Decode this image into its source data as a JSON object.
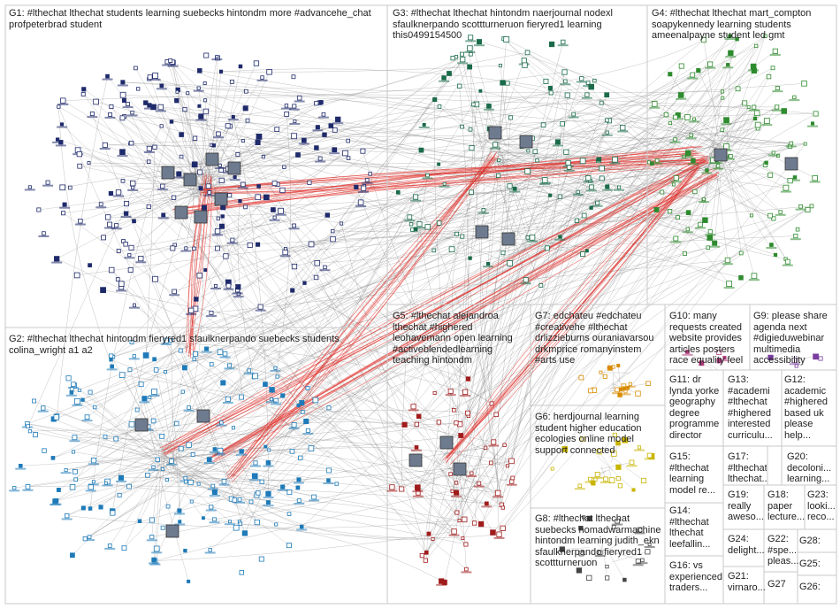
{
  "groups": [
    {
      "id": "G1",
      "label": "G1: #lthechat lthechat students learning suebecks hintondm more #advancehe_chat profpeterbrad student",
      "color": "#1f2a6b"
    },
    {
      "id": "G2",
      "label": "G2: #lthechat lthechat hintondm fieryred1 sfaulknerpando suebecks students colina_wright a1 a2",
      "color": "#1e7ab8"
    },
    {
      "id": "G3",
      "label": "G3: #lthechat lthechat hintondm naerjournal nodexl sfaulknerpando scottturneruon fieryred1 learning this0499154500",
      "color": "#1a6b4a"
    },
    {
      "id": "G4",
      "label": "G4: #lthechat lthechat mart_compton soapykennedy learning students ameenalpayne student led gmt",
      "color": "#2e8b2e"
    },
    {
      "id": "G5",
      "label": "G5: #lthechat alejandroa lthechat #highered leohavemann open learning #activeblendedlearning teaching hintondm",
      "color": "#a01c1c"
    },
    {
      "id": "G6",
      "label": "G6: herdjournal learning student higher education ecologies online model support connected",
      "color": "#c8b400"
    },
    {
      "id": "G7",
      "label": "G7: edchateu #edchateu #creativehe #lthechat drlizzieburns ouraniavarsou drkmprice romanyinstem #arts use",
      "color": "#d98c00"
    },
    {
      "id": "G8",
      "label": "G8: #lthechat lthechat suebecks nomadwarmachine hintondm learning judith_ekn sfaulknerpando fieryred1 scottturneruon",
      "color": "#444444"
    },
    {
      "id": "G9",
      "label": "G9: please share agenda next #digieduwebinar multimedia accessibility",
      "color": "#7a3fa0"
    },
    {
      "id": "G10",
      "label": "G10: many requests created website provides articles posters race equality feel",
      "color": "#b03a7a"
    },
    {
      "id": "G11",
      "label": "G11: dr lynda yorke geography degree programme director",
      "color": "#3a7a7a"
    },
    {
      "id": "G12",
      "label": "G12: academic #highered based uk please help...",
      "color": "#555555"
    },
    {
      "id": "G13",
      "label": "G13: #academi #lthechat #highered interested curriculu...",
      "color": "#555555"
    },
    {
      "id": "G14",
      "label": "G14: #lthechat lthechat leefallin...",
      "color": "#555555"
    },
    {
      "id": "G15",
      "label": "G15: #lthechat learning model re...",
      "color": "#555555"
    },
    {
      "id": "G16",
      "label": "G16: vs experienced traders...",
      "color": "#555555"
    },
    {
      "id": "G17",
      "label": "G17: #lthechat lthechat...",
      "color": "#555555"
    },
    {
      "id": "G18",
      "label": "G18: paper lecture...",
      "color": "#555555"
    },
    {
      "id": "G19",
      "label": "G19: really aweso...",
      "color": "#555555"
    },
    {
      "id": "G20",
      "label": "G20: decoloni... learning...",
      "color": "#555555"
    },
    {
      "id": "G21",
      "label": "G21: virnaro...",
      "color": "#555555"
    },
    {
      "id": "G22",
      "label": "G22: #spe... pleas...",
      "color": "#555555"
    },
    {
      "id": "G23",
      "label": "G23: looki... reco...",
      "color": "#555555"
    },
    {
      "id": "G24",
      "label": "G24: delight...",
      "color": "#555555"
    },
    {
      "id": "G25",
      "label": "G25:",
      "color": "#555555"
    },
    {
      "id": "G26",
      "label": "G26:",
      "color": "#555555"
    },
    {
      "id": "G27",
      "label": "G27",
      "color": "#555555"
    },
    {
      "id": "G28",
      "label": "G28:",
      "color": "#555555"
    }
  ]
}
